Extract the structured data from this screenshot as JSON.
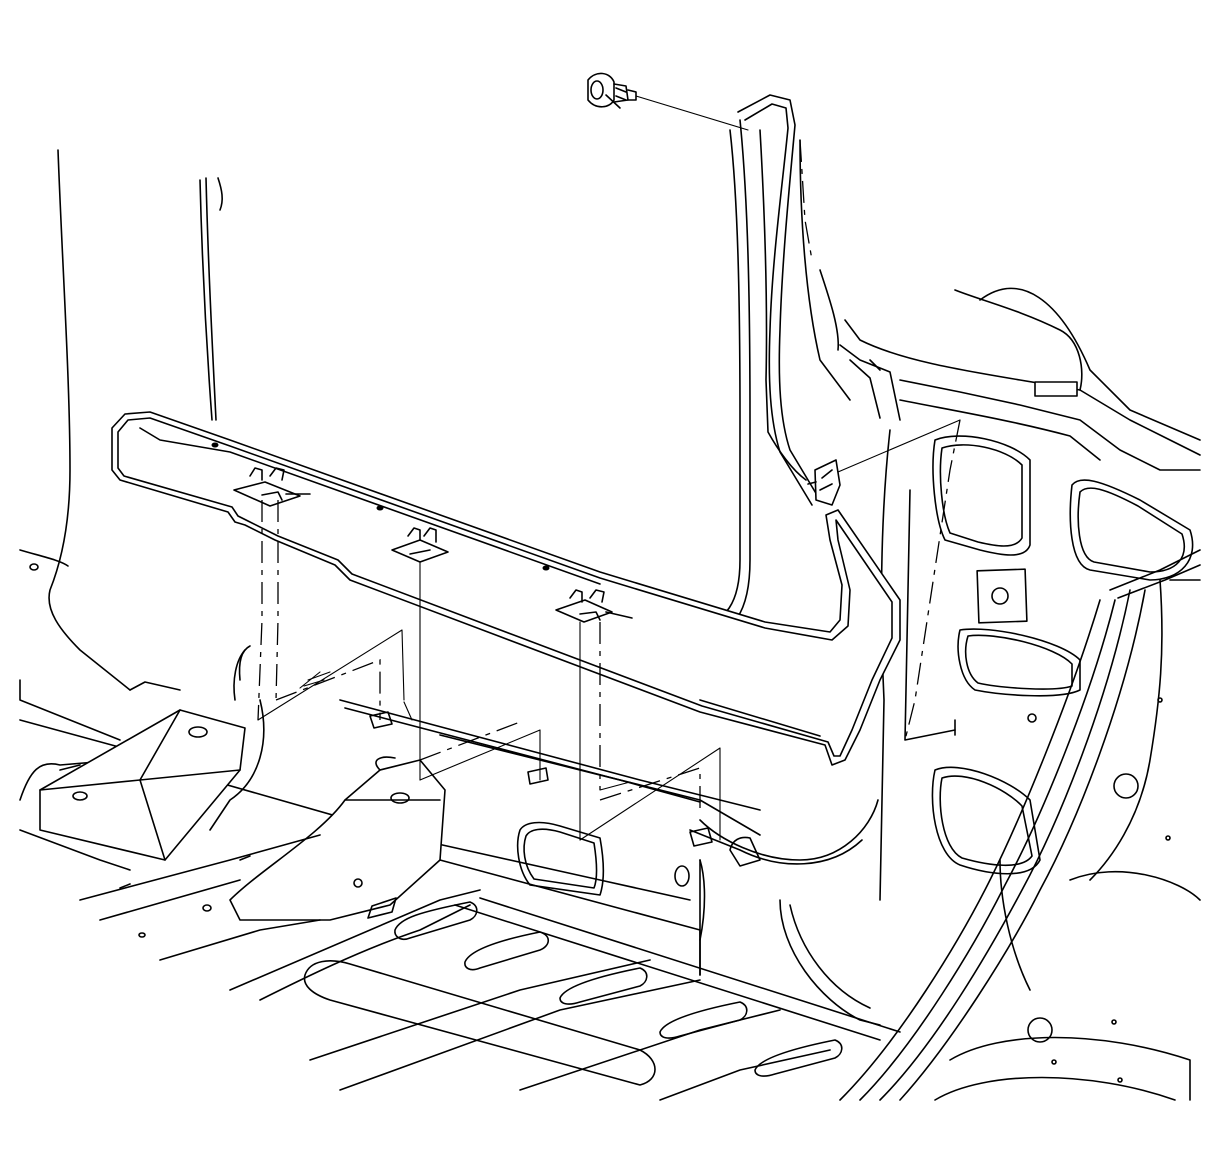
{
  "figure": {
    "kind": "line-art exploded view",
    "parts": [
      {
        "name": "push-pin-retainer",
        "shown": true
      },
      {
        "name": "sill-plate-trim-panel",
        "shown": true
      },
      {
        "name": "sill-trim-clips",
        "count": 3
      },
      {
        "name": "vehicle-body-floor-and-pillar",
        "shown": true
      }
    ],
    "line_color": "#000000",
    "background_color": "#ffffff"
  }
}
